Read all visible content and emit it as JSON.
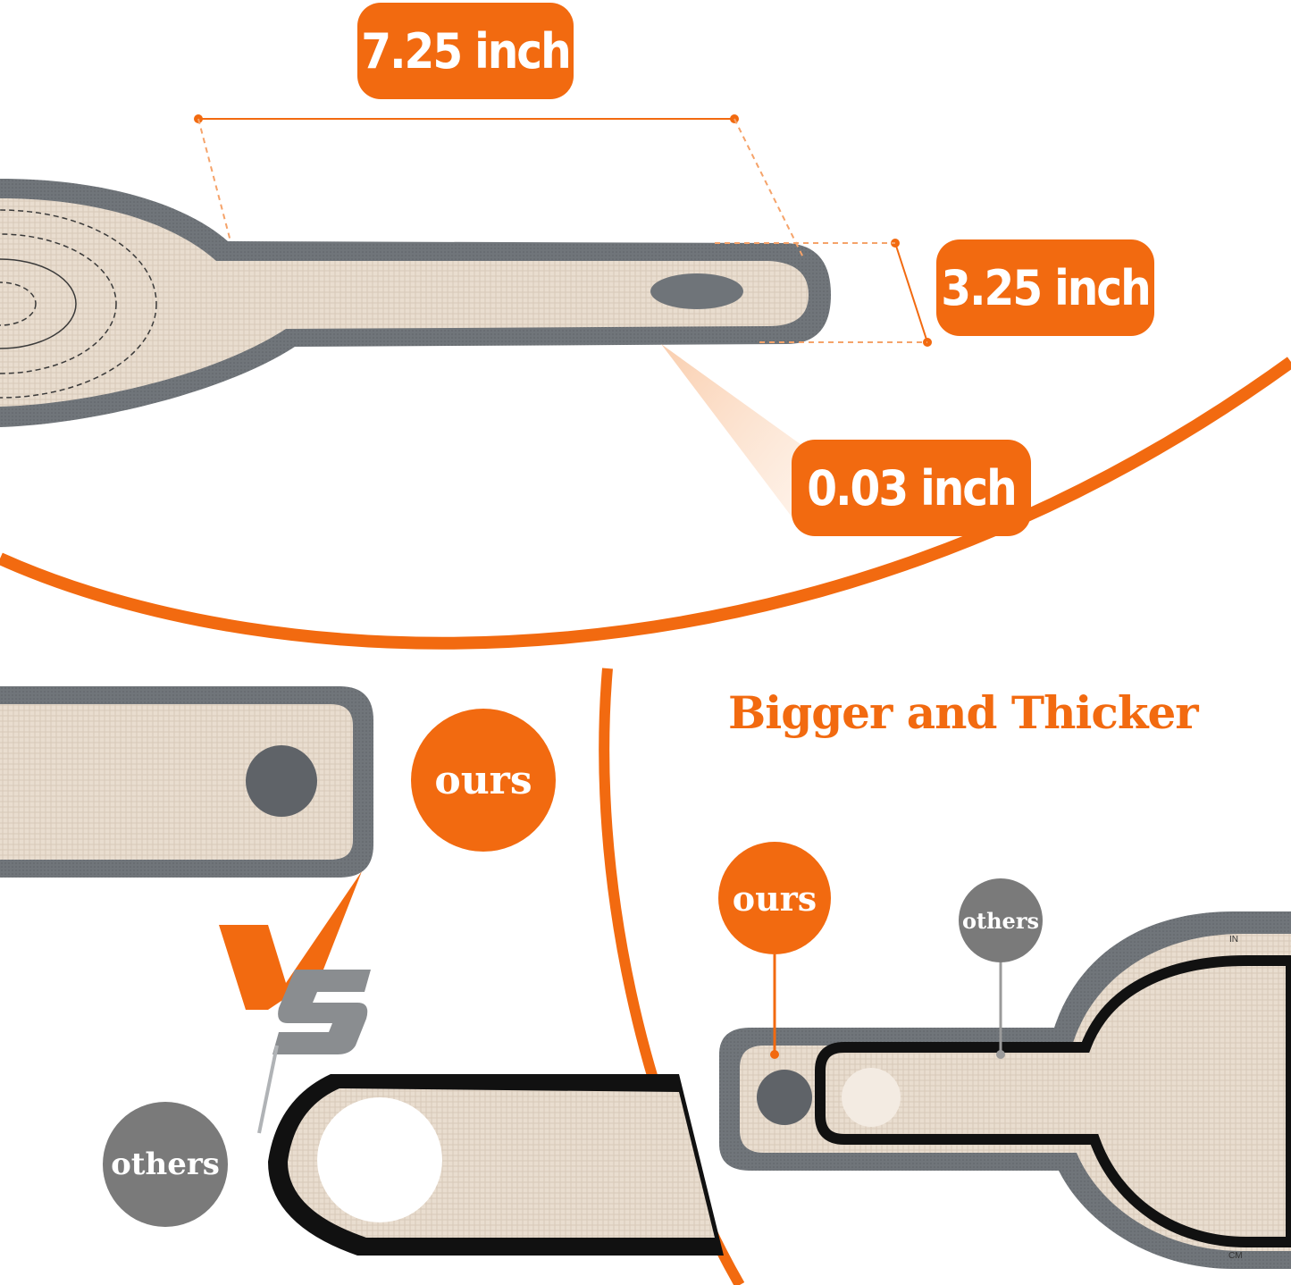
{
  "colors": {
    "accent": "#f26a10",
    "gray_badge": "#7a7a7a",
    "mat_fabric": "#e9ddcf",
    "mat_border": "#6f7479"
  },
  "dimensions": {
    "length": "7.25 inch",
    "width": "3.25 inch",
    "thickness": "0.03 inch"
  },
  "comparison": {
    "headline": "Bigger and Thicker",
    "vs_label": "VS",
    "ours_label": "ours",
    "others_label": "others"
  },
  "scale_marks": {
    "in": "IN",
    "cm": "CM"
  }
}
